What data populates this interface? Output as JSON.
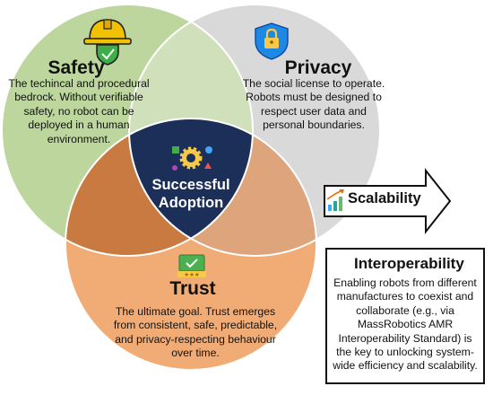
{
  "safety": {
    "title": "Safety",
    "text": "The techincal and procedural bedrock. Without verifiable safety, no robot can be deployed in a human environment.",
    "color": "#bcd69d"
  },
  "privacy": {
    "title": "Privacy",
    "text": "The social license to operate. Robots must be designed to respect user data and personal boundaries.",
    "color": "#d9d9d9"
  },
  "trust": {
    "title": "Trust",
    "text": "The ultimate goal. Trust emerges from consistent, safe, predictable, and privacy-respecting behaviour over time.",
    "color": "#f1ac76"
  },
  "center": {
    "text": "Successful Adoption",
    "color": "#1b2f58"
  },
  "scalability": {
    "label": "Scalability"
  },
  "interoperability": {
    "title": "Interoperability",
    "text": "Enabling robots from different manufactures to coexist and collaborate (e.g., via MassRobotics AMR Interoperability Standard) is the key to unlocking system-wide efficiency and scalability."
  },
  "icons": {
    "safety": "hard-hat-shield-icon",
    "privacy": "padlock-shield-icon",
    "trust": "certificate-stars-icon",
    "center": "gear-shapes-icon",
    "scalability": "growth-bar-chart-icon",
    "interoperability": "connected-network-icon"
  }
}
